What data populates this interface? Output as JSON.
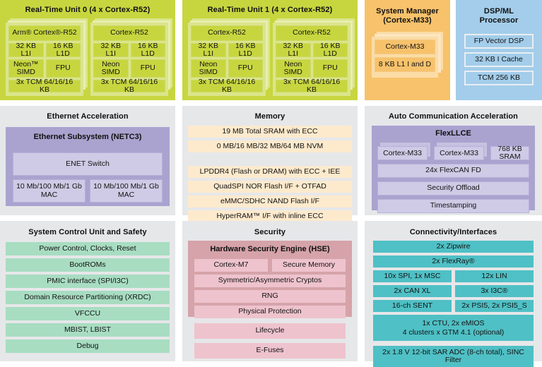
{
  "diagram": {
    "title": "Automotive SoC Block Diagram",
    "palette": {
      "rtu": "#c7d63f",
      "rtu_inner": "#dbe58a",
      "system_manager": "#f7c26b",
      "system_manager_inner": "#fbdca6",
      "dsp": "#a3cdea",
      "panel_gray": "#e6e7e9",
      "purple": "#aaa3cf",
      "purple_light": "#cfcbe6",
      "cream": "#fdeacd",
      "green": "#a8ddc2",
      "pink_dark": "#d5a3a9",
      "pink_light": "#eec3cd",
      "teal": "#4fc0c5"
    }
  },
  "row1": {
    "rtu0": {
      "title": "Real-Time Unit 0 (4 x Cortex-R52)",
      "cores": [
        {
          "name": "Arm® Cortex®-R52",
          "l1i": "32 KB L1I",
          "l1d": "16 KB L1D",
          "simd": "Neon™\nSIMD",
          "fpu": "FPU",
          "tcm": "3x TCM 64/16/16 KB"
        },
        {
          "name": "Cortex-R52",
          "l1i": "32 KB L1I",
          "l1d": "16 KB L1D",
          "simd": "Neon\nSIMD",
          "fpu": "FPU",
          "tcm": "3x TCM 64/16/16 KB"
        }
      ]
    },
    "rtu1": {
      "title": "Real-Time Unit 1 (4 x Cortex-R52)",
      "cores": [
        {
          "name": "Cortex-R52",
          "l1i": "32 KB L1I",
          "l1d": "16 KB L1D",
          "simd": "Neon\nSIMD",
          "fpu": "FPU",
          "tcm": "3x TCM 64/16/16 KB"
        },
        {
          "name": "Cortex-R52",
          "l1i": "32 KB L1I",
          "l1d": "16 KB L1D",
          "simd": "Neon\nSIMD",
          "fpu": "FPU",
          "tcm": "3x TCM 64/16/16 KB"
        }
      ]
    },
    "system_manager": {
      "title_line1": "System Manager",
      "title_line2": "(Cortex-M33)",
      "core": "Cortex-M33",
      "cache": "8 KB L1 I and D"
    },
    "dsp": {
      "title_line1": "DSP/ML",
      "title_line2": "Processor",
      "items": [
        "FP Vector DSP",
        "32 KB I Cache",
        "TCM 256 KB"
      ]
    }
  },
  "row2": {
    "ethernet": {
      "title": "Ethernet Acceleration",
      "subsystem_title": "Ethernet Subsystem (NETC3)",
      "switch": "ENET Switch",
      "macs": [
        "10 Mb/100 Mb/1 Gb\nMAC",
        "10 Mb/100 Mb/1 Gb\nMAC"
      ]
    },
    "memory": {
      "title": "Memory",
      "group1": [
        "19 MB Total SRAM with ECC",
        "0 MB/16 MB/32 MB/64 MB NVM"
      ],
      "group2": [
        "LPDDR4 (Flash or DRAM) with ECC + IEE",
        "QuadSPI NOR Flash I/F + OTFAD",
        "eMMC/SDHC NAND Flash I/F",
        "HyperRAM™ I/F with inline ECC"
      ]
    },
    "auto_comm": {
      "title": "Auto Communication Acceleration",
      "subsystem_title": "FlexLLCE",
      "cores": [
        "Cortex-M33",
        "Cortex-M33"
      ],
      "sram": "768 KB SRAM",
      "rows": [
        "24x FlexCAN FD",
        "Security Offload",
        "Timestamping"
      ]
    }
  },
  "row3": {
    "scu": {
      "title": "System Control Unit and Safety",
      "items": [
        "Power Control, Clocks, Reset",
        "BootROMs",
        "PMIC interface (SPI/I3C)",
        "Domain Resource Partitioning (XRDC)",
        "VFCCU",
        "MBIST, LBIST",
        "Debug"
      ]
    },
    "security": {
      "title": "Security",
      "hse_title": "Hardware Security Engine (HSE)",
      "hse_pair": [
        "Cortex-M7",
        "Secure Memory"
      ],
      "hse_rows": [
        "Symmetric/Asymmetric Cryptos",
        "RNG",
        "Physical Protection"
      ],
      "outer_rows": [
        "Lifecycle",
        "E-Fuses"
      ]
    },
    "connectivity": {
      "title": "Connectivity/Interfaces",
      "full_rows_top": [
        "2x Zipwire",
        "2x FlexRay®"
      ],
      "pairs": [
        [
          "10x SPI, 1x MSC",
          "12x LIN"
        ],
        [
          "2x CAN XL",
          "3x I3C®"
        ],
        [
          "16-ch SENT",
          "2x PSI5, 2x PSI5_S"
        ]
      ],
      "gtm": "1x CTU, 2x eMIOS\n4 clusters x GTM 4.1 (optional)",
      "adc": "2x 1.8 V 12-bit SAR ADC (8-ch total), SINC Filter"
    }
  }
}
